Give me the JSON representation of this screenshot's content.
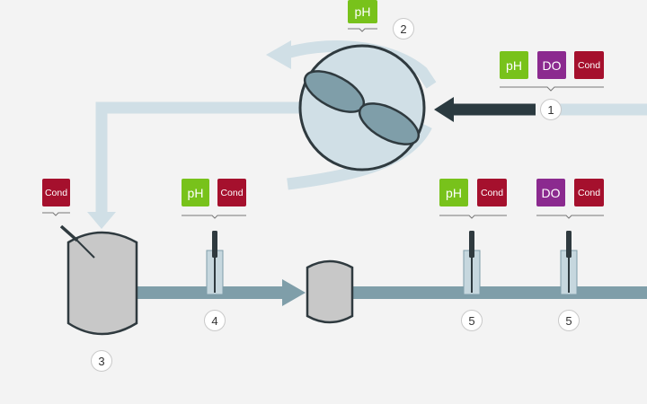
{
  "labels": {
    "ph": "pH",
    "do": "DO",
    "cond": "Cond"
  },
  "markers": {
    "m1": "1",
    "m2": "2",
    "m3": "3",
    "m4": "4",
    "m5a": "5",
    "m5b": "5"
  },
  "colors": {
    "background": "#f3f3f3",
    "ph": "#78c21b",
    "do": "#8b2a8f",
    "cond": "#a5102d",
    "light_pipe": "#d0dfe6",
    "dark_pipe": "#7f9ea9",
    "inlet_arrow": "#2b3a40",
    "tank_fill": "#c8c8c8",
    "outline": "#2f3a3f"
  }
}
